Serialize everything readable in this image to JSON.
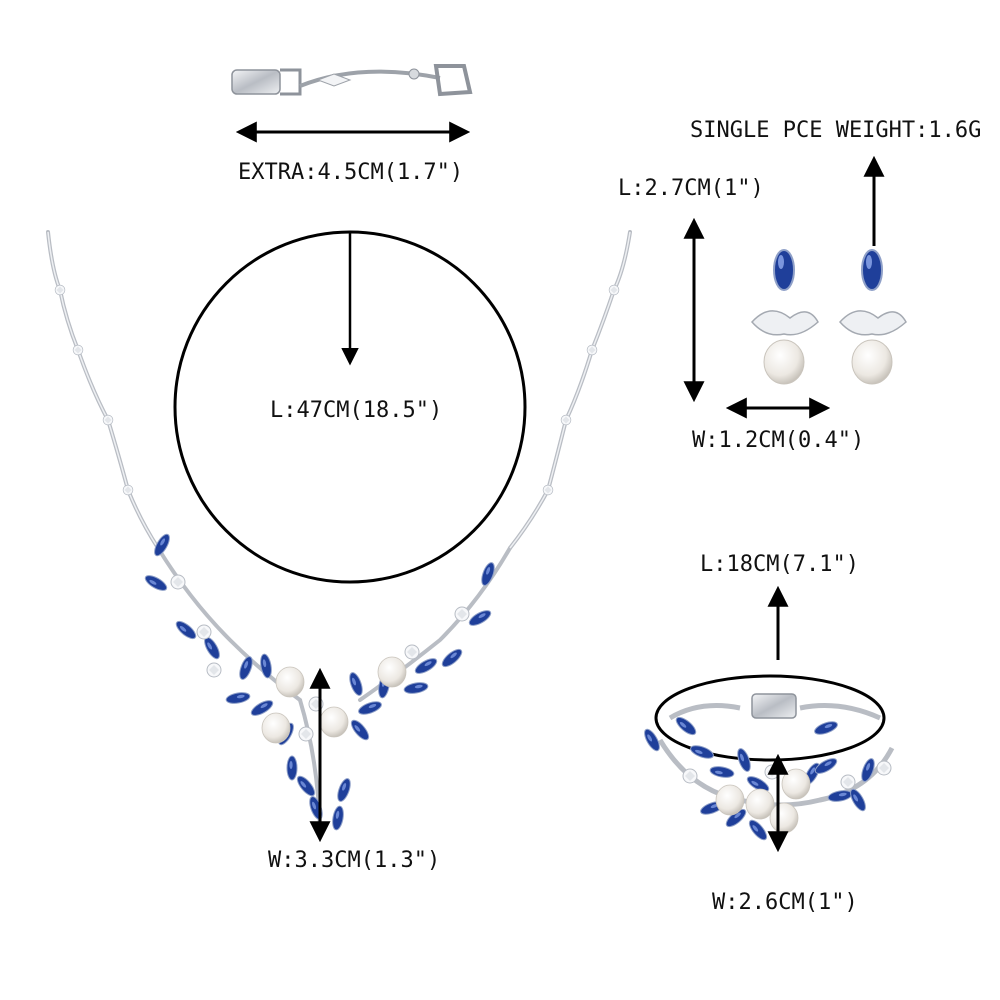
{
  "labels": {
    "extender": "EXTRA:4.5CM(1.7\")",
    "necklace_length": "L:47CM(18.5\")",
    "pendant_width": "W:3.3CM(1.3\")",
    "earring_weight": "SINGLE PCE WEIGHT:1.6G",
    "earring_length": "L:2.7CM(1\")",
    "earring_width": "W:1.2CM(0.4\")",
    "bracelet_length": "L:18CM(7.1\")",
    "bracelet_width": "W:2.6CM(1\")"
  },
  "colors": {
    "sapphire": "#1f3f9a",
    "silver": "#c9ccd2",
    "pearl": "#f3f1ec",
    "line": "#000000"
  }
}
